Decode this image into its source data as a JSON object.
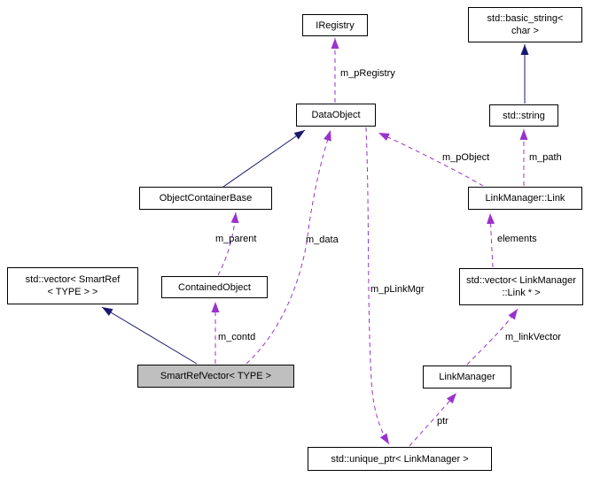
{
  "diagram": {
    "type": "collaboration-graph",
    "colors": {
      "inheritance_edge": "#191970",
      "usage_edge": "#9a32cd",
      "node_border": "#000000",
      "node_fill": "#ffffff",
      "focus_node_fill": "#bfbfbf"
    },
    "nodes": [
      {
        "id": "iregistry",
        "line1": "IRegistry"
      },
      {
        "id": "std-basic-string",
        "line1": "std::basic_string<",
        "line2": "char >"
      },
      {
        "id": "dataobject",
        "line1": "DataObject"
      },
      {
        "id": "std-string",
        "line1": "std::string"
      },
      {
        "id": "objectcontainerbase",
        "line1": "ObjectContainerBase"
      },
      {
        "id": "linkmanager-link",
        "line1": "LinkManager::Link"
      },
      {
        "id": "std-vector-smartref",
        "line1": "std::vector< SmartRef",
        "line2": "< TYPE > >"
      },
      {
        "id": "containedobject",
        "line1": "ContainedObject"
      },
      {
        "id": "std-vector-link",
        "line1": "std::vector< LinkManager",
        "line2": "::Link * >"
      },
      {
        "id": "smartrefvector",
        "line1": "SmartRefVector< TYPE >"
      },
      {
        "id": "linkmanager",
        "line1": "LinkManager"
      },
      {
        "id": "std-unique-ptr",
        "line1": "std::unique_ptr< LinkManager >"
      }
    ],
    "edges": [
      {
        "label": "m_pRegistry",
        "from": "dataobject",
        "to": "iregistry",
        "kind": "usage"
      },
      {
        "label": "m_pObject",
        "from": "linkmanager-link",
        "to": "dataobject",
        "kind": "usage"
      },
      {
        "label": "m_path",
        "from": "linkmanager-link",
        "to": "std-string",
        "kind": "usage"
      },
      {
        "label": "m_parent",
        "from": "containedobject",
        "to": "objectcontainerbase",
        "kind": "usage"
      },
      {
        "label": "m_data",
        "from": "smartrefvector",
        "to": "dataobject",
        "kind": "usage"
      },
      {
        "label": "elements",
        "from": "std-vector-link",
        "to": "linkmanager-link",
        "kind": "usage"
      },
      {
        "label": "m_contd",
        "from": "smartrefvector",
        "to": "containedobject",
        "kind": "usage"
      },
      {
        "label": "m_linkVector",
        "from": "linkmanager",
        "to": "std-vector-link",
        "kind": "usage"
      },
      {
        "label": "m_pLinkMgr",
        "from": "dataobject",
        "to": "std-unique-ptr",
        "kind": "usage"
      },
      {
        "label": "ptr",
        "from": "std-unique-ptr",
        "to": "linkmanager",
        "kind": "usage"
      },
      {
        "label": "",
        "from": "std-string",
        "to": "std-basic-string",
        "kind": "inheritance"
      },
      {
        "label": "",
        "from": "objectcontainerbase",
        "to": "dataobject",
        "kind": "inheritance"
      },
      {
        "label": "",
        "from": "smartrefvector",
        "to": "std-vector-smartref",
        "kind": "inheritance"
      }
    ]
  }
}
